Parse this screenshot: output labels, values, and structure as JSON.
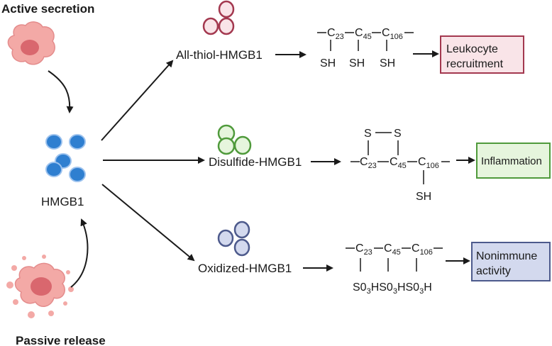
{
  "labels": {
    "active_secretion": "Active secretion",
    "passive_release": "Passive release",
    "hmgb1": "HMGB1"
  },
  "branches": {
    "all_thiol": {
      "name": "All-thiol-HMGB1",
      "chain": {
        "c23": "C",
        "c23_sub": "23",
        "c45": "C",
        "c45_sub": "45",
        "c106": "C",
        "c106_sub": "106"
      },
      "groups": [
        "SH",
        "SH",
        "SH"
      ],
      "outcome_line1": "Leukocyte",
      "outcome_line2": "recruitment"
    },
    "disulfide": {
      "name": "Disulfide-HMGB1",
      "chain": {
        "c23": "C",
        "c23_sub": "23",
        "c45": "C",
        "c45_sub": "45",
        "c106": "C",
        "c106_sub": "106"
      },
      "bridge": [
        "S",
        "S"
      ],
      "group": "SH",
      "outcome": "Inflammation"
    },
    "oxidized": {
      "name": "Oxidized-HMGB1",
      "chain": {
        "c23": "C",
        "c23_sub": "23",
        "c45": "C",
        "c45_sub": "45",
        "c106": "C",
        "c106_sub": "106"
      },
      "groups_text": {
        "g1": "S0",
        "g1_sub": "3",
        "g2": "HS0",
        "g2_sub": "3",
        "g3": "HS0",
        "g3_sub": "3",
        "g4": "H"
      },
      "outcome_line1": "Nonimmune",
      "outcome_line2": "activity"
    }
  },
  "colors": {
    "cell_fill": "#f3a9a6",
    "cell_nucleus": "#d9676e",
    "hmgb1_blue": "#2f7fd0",
    "thiol_stroke": "#a3384f",
    "thiol_fill": "#f9e4e8",
    "disulfide_stroke": "#4f9a3b",
    "disulfide_fill": "#e6f5dd",
    "oxidized_stroke": "#4d5a8c",
    "oxidized_fill": "#d3d9ee"
  }
}
